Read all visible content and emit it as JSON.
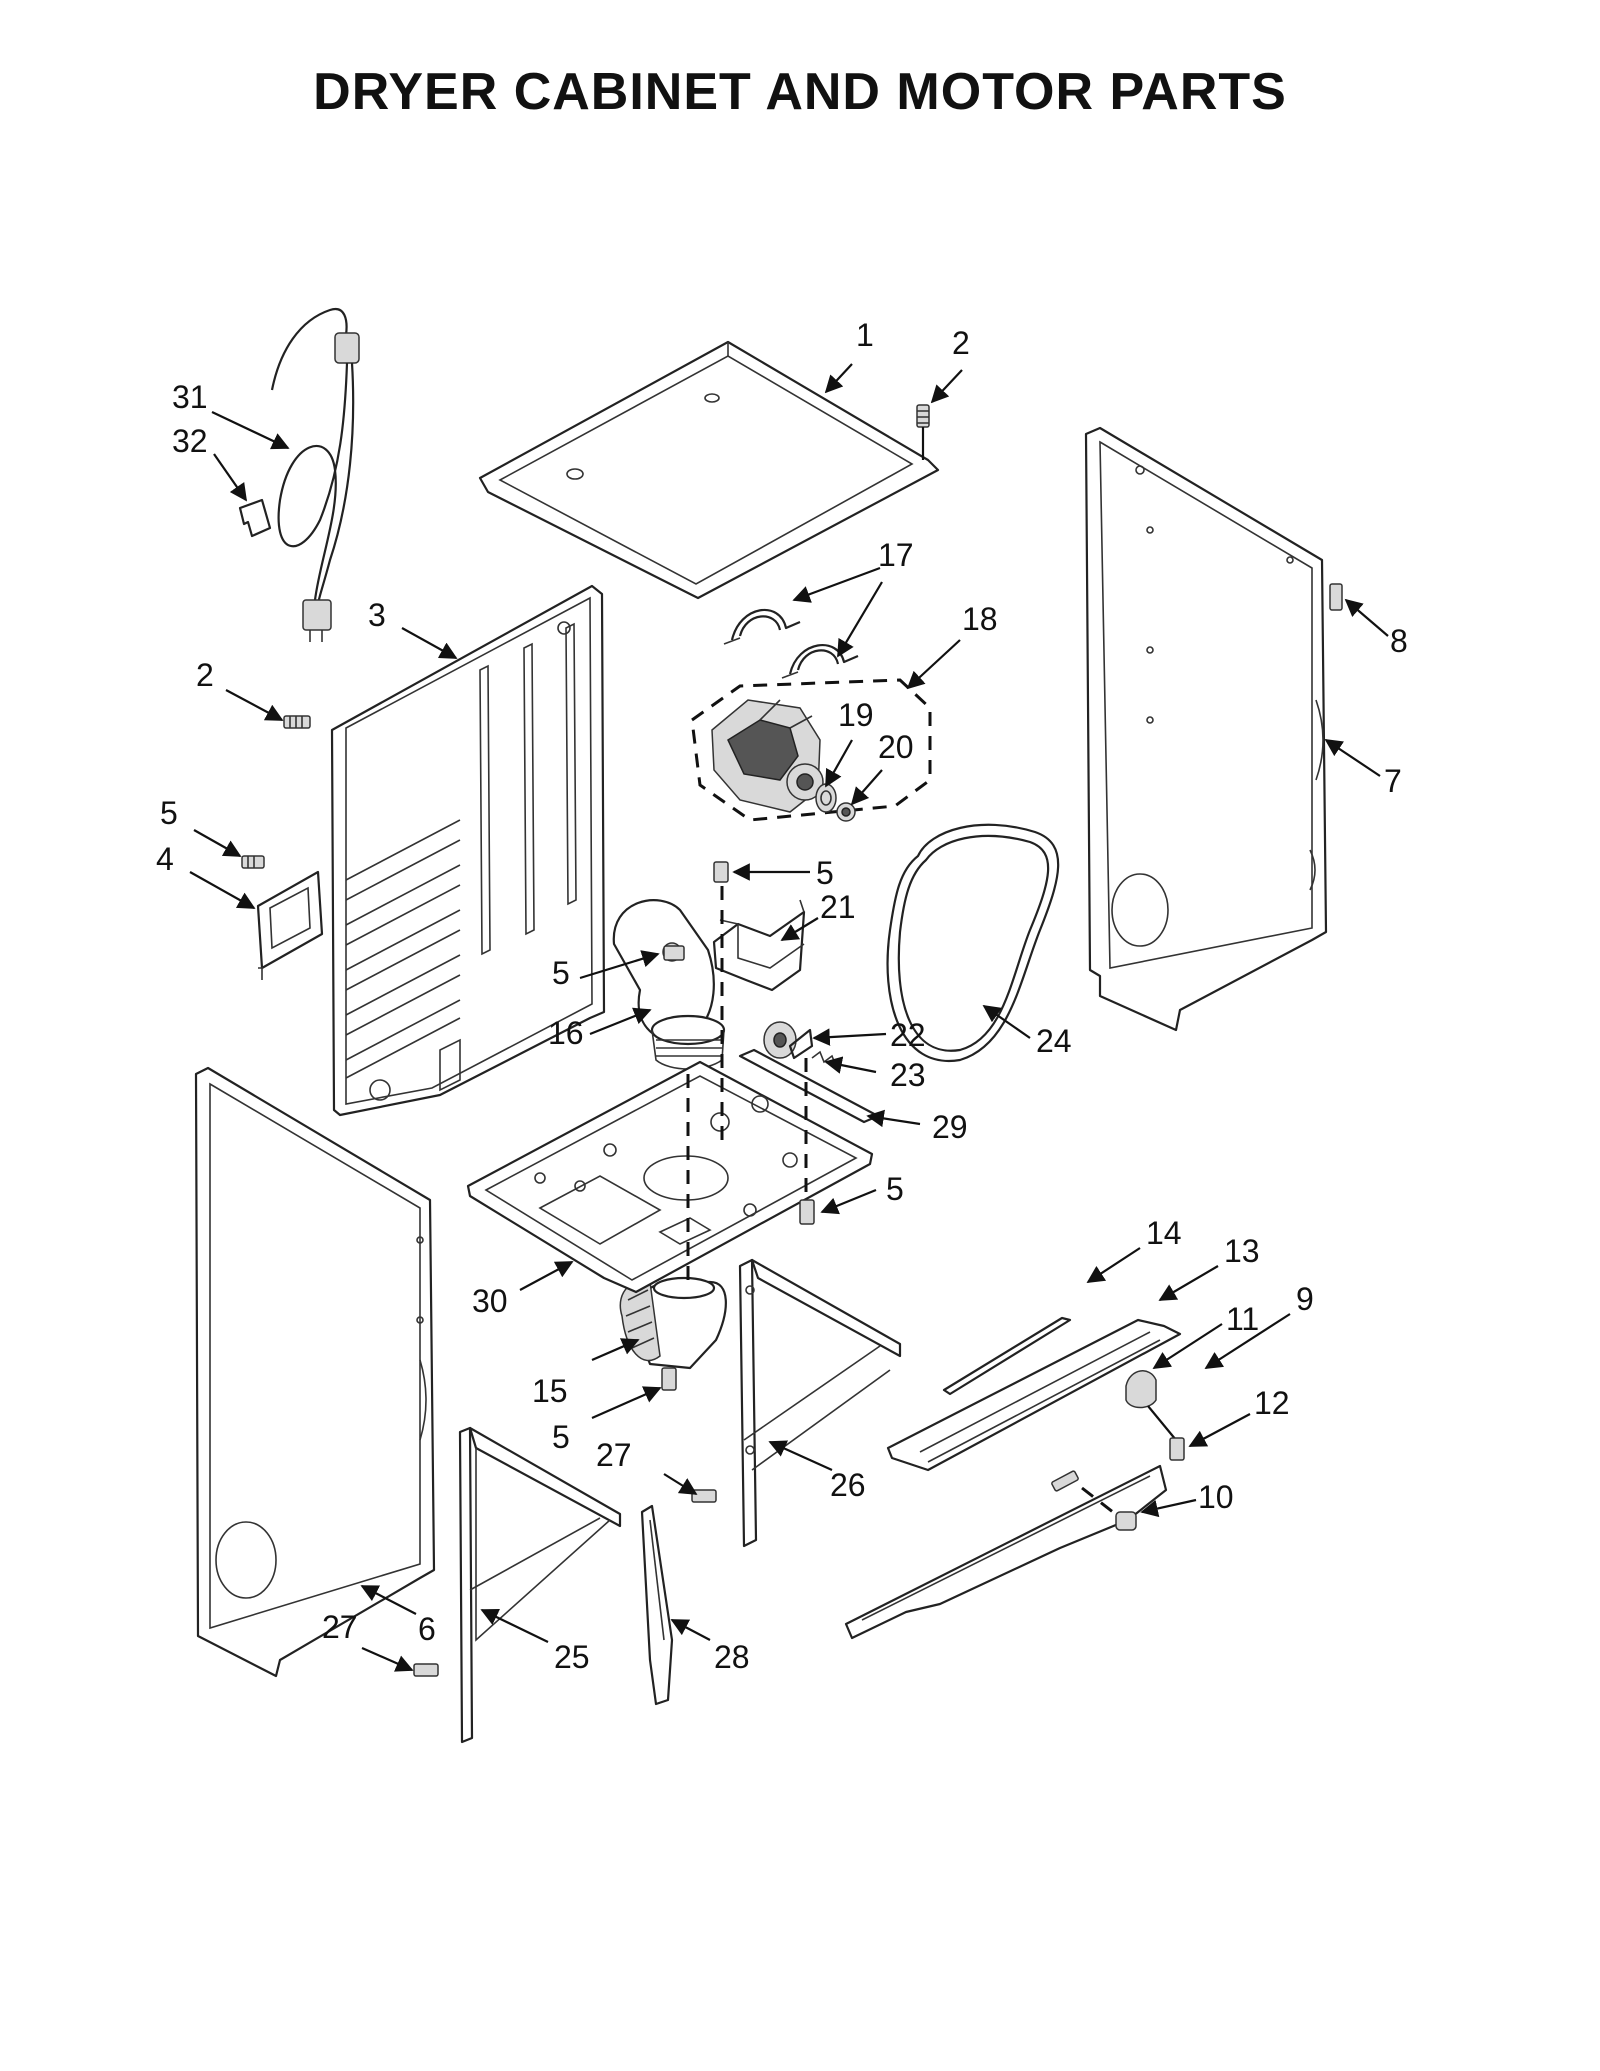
{
  "title": "DRYER CABINET AND MOTOR PARTS",
  "callouts": {
    "c1": "1",
    "c2a": "2",
    "c2b": "2",
    "c3": "3",
    "c4": "4",
    "c5a": "5",
    "c5b": "5",
    "c5c": "5",
    "c5d": "5",
    "c5e": "5",
    "c6": "6",
    "c7": "7",
    "c8": "8",
    "c9": "9",
    "c10": "10",
    "c11": "11",
    "c12": "12",
    "c13": "13",
    "c14": "14",
    "c15": "15",
    "c16": "16",
    "c17": "17",
    "c18": "18",
    "c19": "19",
    "c20": "20",
    "c21": "21",
    "c22": "22",
    "c23": "23",
    "c24": "24",
    "c25": "25",
    "c26": "26",
    "c27a": "27",
    "c27b": "27",
    "c28": "28",
    "c29": "29",
    "c30": "30",
    "c31": "31",
    "c32": "32"
  }
}
